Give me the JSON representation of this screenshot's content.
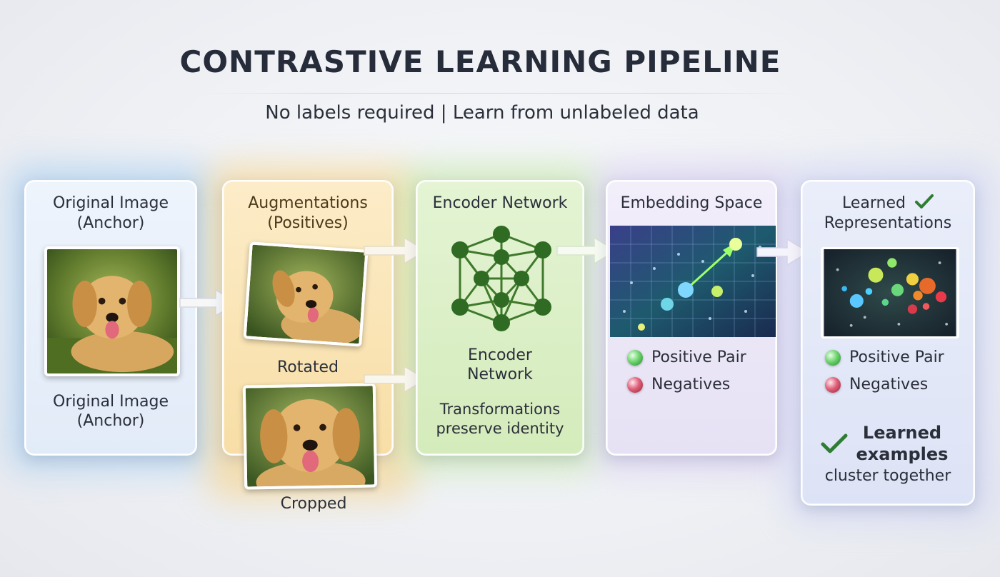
{
  "header": {
    "title": "CONTRASTIVE LEARNING PIPELINE",
    "subtitle": "No labels required | Learn from unlabeled data"
  },
  "panels": {
    "original": {
      "title_line1": "Original Image",
      "title_line2": "(Anchor)",
      "caption_line1": "Original Image",
      "caption_line2": "(Anchor)"
    },
    "augmentations": {
      "title_line1": "Augmentations",
      "title_line2": "(Positives)",
      "rotated_label": "Rotated",
      "cropped_label": "Cropped"
    },
    "encoder": {
      "title": "Encoder Network",
      "label_line1": "Encoder",
      "label_line2": "Network",
      "note_line1": "Transformations",
      "note_line2": "preserve identity"
    },
    "embedding": {
      "title": "Embedding Space",
      "legend_positive": "Positive Pair",
      "legend_negative": "Negatives"
    },
    "learned": {
      "title_line1": "Learned",
      "title_line2": "Representations",
      "legend_positive": "Positive Pair",
      "legend_negative": "Negatives",
      "note_line1": "Learned",
      "note_line2": "examples",
      "note_line3": "cluster together"
    }
  },
  "colors": {
    "blue_panel": "#e3ecf8",
    "orange_panel": "#fbe3b4",
    "green_panel": "#dcefc8",
    "purple_panel": "#ece8f6",
    "check_green": "#2e7d32",
    "node_green": "#2f6b22"
  },
  "icons": [
    "dog-photo",
    "right-arrow-icon",
    "neural-network-icon",
    "checkmark-icon",
    "green-dot-icon",
    "red-dot-icon"
  ]
}
